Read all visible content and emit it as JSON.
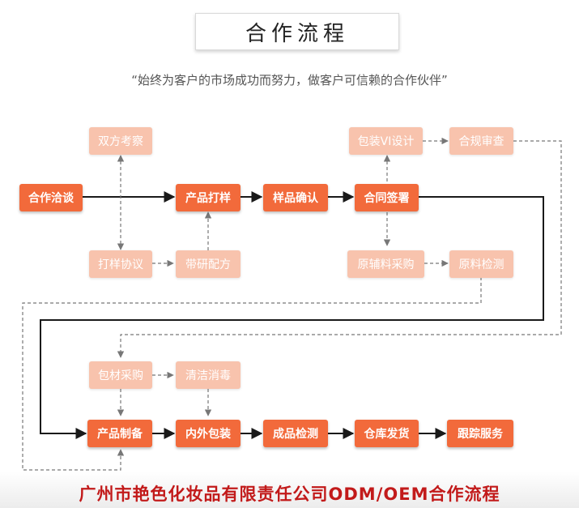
{
  "title": "合作流程",
  "slogan": "“始终为客户的市场成功而努力，做客户可信赖的合作伙伴”",
  "nodes": {
    "shuangfang": "双方考察",
    "qiatan": "合作洽谈",
    "dayang_xieyi": "打样协议",
    "chanpin_dayang": "产品打样",
    "daiyan": "带研配方",
    "yangpin": "样品确认",
    "hetong": "合同签署",
    "baozhuang_vi": "包装VI设计",
    "hegui": "合规审查",
    "yuanfuliao": "原辅料采购",
    "yuanliao_jiance": "原料检测",
    "baocai": "包材采购",
    "qingjie": "清洁消毒",
    "zhibei": "产品制备",
    "neiwai": "内外包装",
    "chengpin": "成品检测",
    "cangku": "仓库发货",
    "genzong": "跟踪服务"
  },
  "footer": "广州市艳色化妆品有限责任公司ODM/OEM合作流程",
  "colors": {
    "main": "#f26a3b",
    "sub": "#f8c3ad",
    "footer": "#c21a1a"
  }
}
